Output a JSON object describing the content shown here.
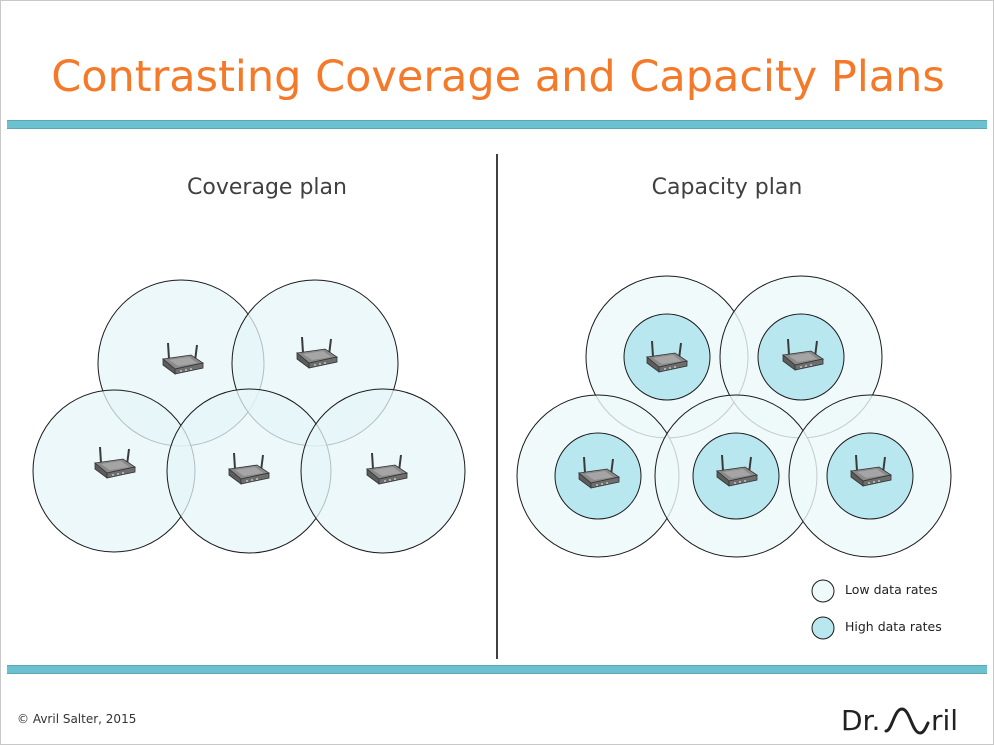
{
  "slide": {
    "title": "Contrasting Coverage and Capacity Plans",
    "coverage_title": "Coverage plan",
    "capacity_title": "Capacity plan",
    "legend": {
      "low_label": "Low data rates",
      "high_label": "High data rates"
    },
    "copyright": "© Avril Salter, 2015",
    "logo": {
      "prefix": "Dr.",
      "suffix": "ril"
    }
  },
  "colors": {
    "title": "#f47a2a",
    "band": "#6cc1d1",
    "coverage_fill": "#e6f6f8",
    "low_rate_fill": "#eef9fa",
    "high_rate_fill": "#b9e7ef",
    "stroke": "#1a1a1a",
    "text": "#404040"
  },
  "icons": {
    "access_point": "wireless-router-icon",
    "logo_mark": "wave-icon"
  }
}
